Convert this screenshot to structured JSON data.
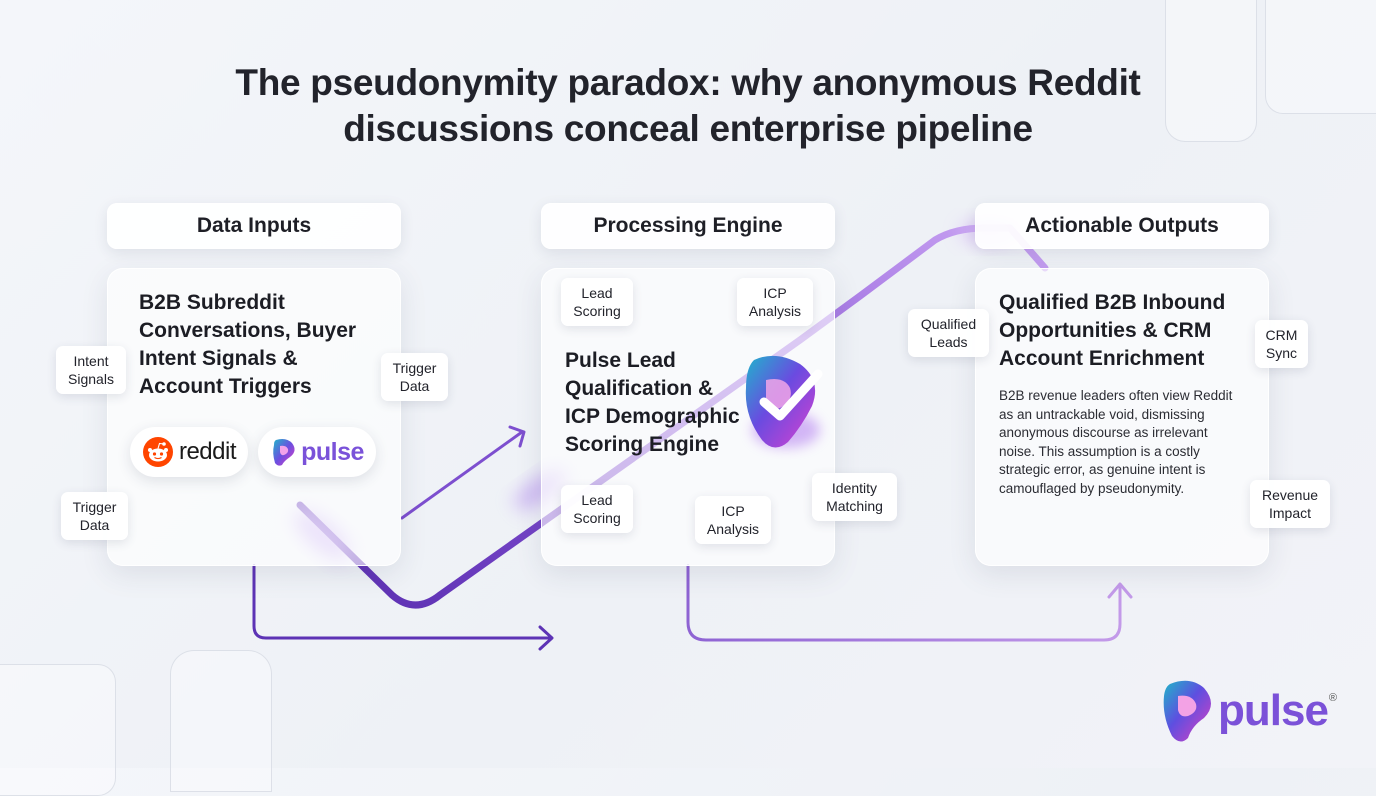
{
  "title": {
    "line1": "The pseudonymity paradox: why anonymous Reddit",
    "line2": "discussions conceal enterprise pipeline"
  },
  "columns": {
    "inputs": {
      "header": "Data Inputs",
      "card_title": [
        "B2B Subreddit",
        "Conversations, Buyer",
        "Intent Signals &",
        "Account Triggers"
      ],
      "logos": {
        "reddit": "reddit",
        "pulse": "pulse"
      }
    },
    "engine": {
      "header": "Processing Engine",
      "card_title": [
        "Pulse Lead",
        "Qualification &",
        "ICP Demographic",
        "Scoring Engine"
      ]
    },
    "outputs": {
      "header": "Actionable Outputs",
      "card_title": [
        "Qualified B2B Inbound",
        "Opportunities & CRM",
        "Account Enrichment"
      ],
      "body": [
        "B2B revenue leaders often view Reddit",
        "as an untrackable void, dismissing",
        "anonymous discourse as irrelevant",
        "noise. This assumption is a costly",
        "strategic error, as genuine intent is",
        "camouflaged by pseudonymity."
      ]
    }
  },
  "tags": {
    "intent_signals": [
      "Intent",
      "Signals"
    ],
    "trigger_data_top": [
      "Trigger",
      "Data"
    ],
    "trigger_data_bottom": [
      "Trigger",
      "Data"
    ],
    "lead_scoring_top": [
      "Lead",
      "Scoring"
    ],
    "icp_analysis_top": [
      "ICP",
      "Analysis"
    ],
    "lead_scoring_bottom": [
      "Lead",
      "Scoring"
    ],
    "icp_analysis_bottom": [
      "ICP",
      "Analysis"
    ],
    "identity_matching": [
      "Identity",
      "Matching"
    ],
    "qualified_leads": [
      "Qualified",
      "Leads"
    ],
    "crm_sync": [
      "CRM",
      "Sync"
    ],
    "revenue_impact": [
      "Revenue",
      "Impact"
    ]
  },
  "brand": {
    "name": "pulse",
    "mark": "®"
  },
  "colors": {
    "flow_dark": "#6c3fc2",
    "flow_light": "#b98ee8",
    "reddit_orange": "#ff4500",
    "pulse_cyan": "#21b5c9",
    "pulse_magenta": "#d63fc9"
  }
}
